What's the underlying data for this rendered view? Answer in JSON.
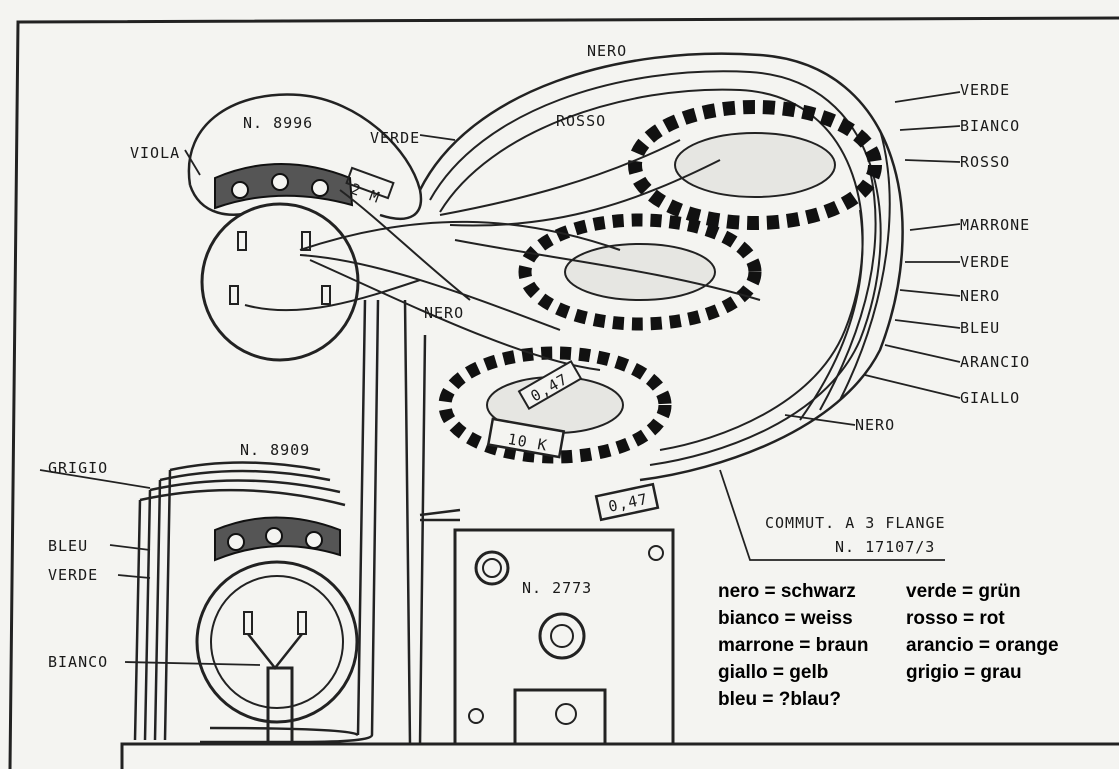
{
  "diagram": {
    "parts": {
      "pot_top": "N. 8996",
      "pot_bottom": "N. 8909",
      "box_part": "N. 2773",
      "switch_caption_line1": "COMMUT. A 3 FLANGE",
      "switch_caption_line2": "N. 17107/3"
    },
    "components": {
      "r_2m": "2 M",
      "r_10k": "10 K",
      "c_047": "0,47",
      "c_047_b": "0,47"
    },
    "wire_labels": {
      "top_nero": "NERO",
      "top_rosso": "ROSSO",
      "top_verde": "VERDE",
      "viola": "VIOLA",
      "mid_nero": "NERO",
      "right_verde_1": "VERDE",
      "right_bianco": "BIANCO",
      "right_rosso": "ROSSO",
      "right_marrone": "MARRONE",
      "right_verde_2": "VERDE",
      "right_nero_1": "NERO",
      "right_bleu": "BLEU",
      "right_arancio": "ARANCIO",
      "right_giallo": "GIALLO",
      "right_nero_2": "NERO",
      "left_grigio": "GRIGIO",
      "left_bleu": "BLEU",
      "left_verde": "VERDE",
      "left_bianco": "BIANCO"
    }
  },
  "legend": {
    "rows": [
      {
        "left": "nero = schwarz",
        "right": "verde = grün"
      },
      {
        "left": "bianco = weiss",
        "right": "rosso = rot"
      },
      {
        "left": "marrone = braun",
        "right": "arancio = orange"
      },
      {
        "left": "giallo = gelb",
        "right": "grigio = grau"
      },
      {
        "left": "bleu = ?blau?",
        "right": ""
      }
    ]
  }
}
